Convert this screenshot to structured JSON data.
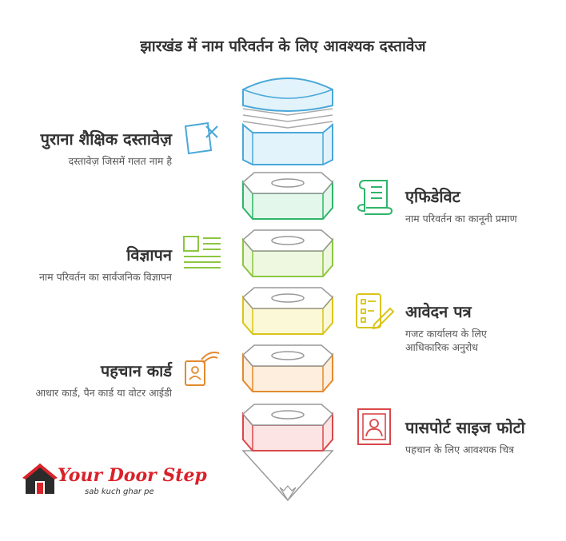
{
  "title": "झारखंड में नाम परिवर्तन के लिए आवश्यक दस्तावेज",
  "items": [
    {
      "heading": "पुराना शैक्षिक दस्तावेज़",
      "desc": "दस्तावेज़ जिसमें गलत नाम है",
      "color": "#4aa8d8",
      "fill": "#e3f3fb",
      "icon": "cancelled-document-icon"
    },
    {
      "heading": "एफिडेविट",
      "desc": "नाम परिवर्तन का कानूनी प्रमाण",
      "color": "#2fb56a",
      "fill": "#e3f7ea",
      "icon": "scroll-document-icon"
    },
    {
      "heading": "विज्ञापन",
      "desc": "नाम परिवर्तन का सार्वजनिक विज्ञापन",
      "color": "#8cc63f",
      "fill": "#eef8e0",
      "icon": "newspaper-icon"
    },
    {
      "heading": "आवेदन पत्र",
      "desc": "गजट कार्यालय के लिए आधिकारिक अनुरोध",
      "color": "#d9c41a",
      "fill": "#fbf8d8",
      "icon": "form-with-pen-icon"
    },
    {
      "heading": "पहचान कार्ड",
      "desc": "आधार कार्ड, पैन कार्ड या वोटर आईडी",
      "color": "#e38a2e",
      "fill": "#fdeedd",
      "icon": "id-card-icon"
    },
    {
      "heading": "पासपोर्ट साइज फोटो",
      "desc": "पहचान के लिए आवश्यक चित्र",
      "color": "#d9484a",
      "fill": "#fde4e4",
      "icon": "portrait-photo-icon"
    }
  ],
  "logo": {
    "name": "Your Door Step",
    "tagline": "sab kuch ghar pe"
  }
}
